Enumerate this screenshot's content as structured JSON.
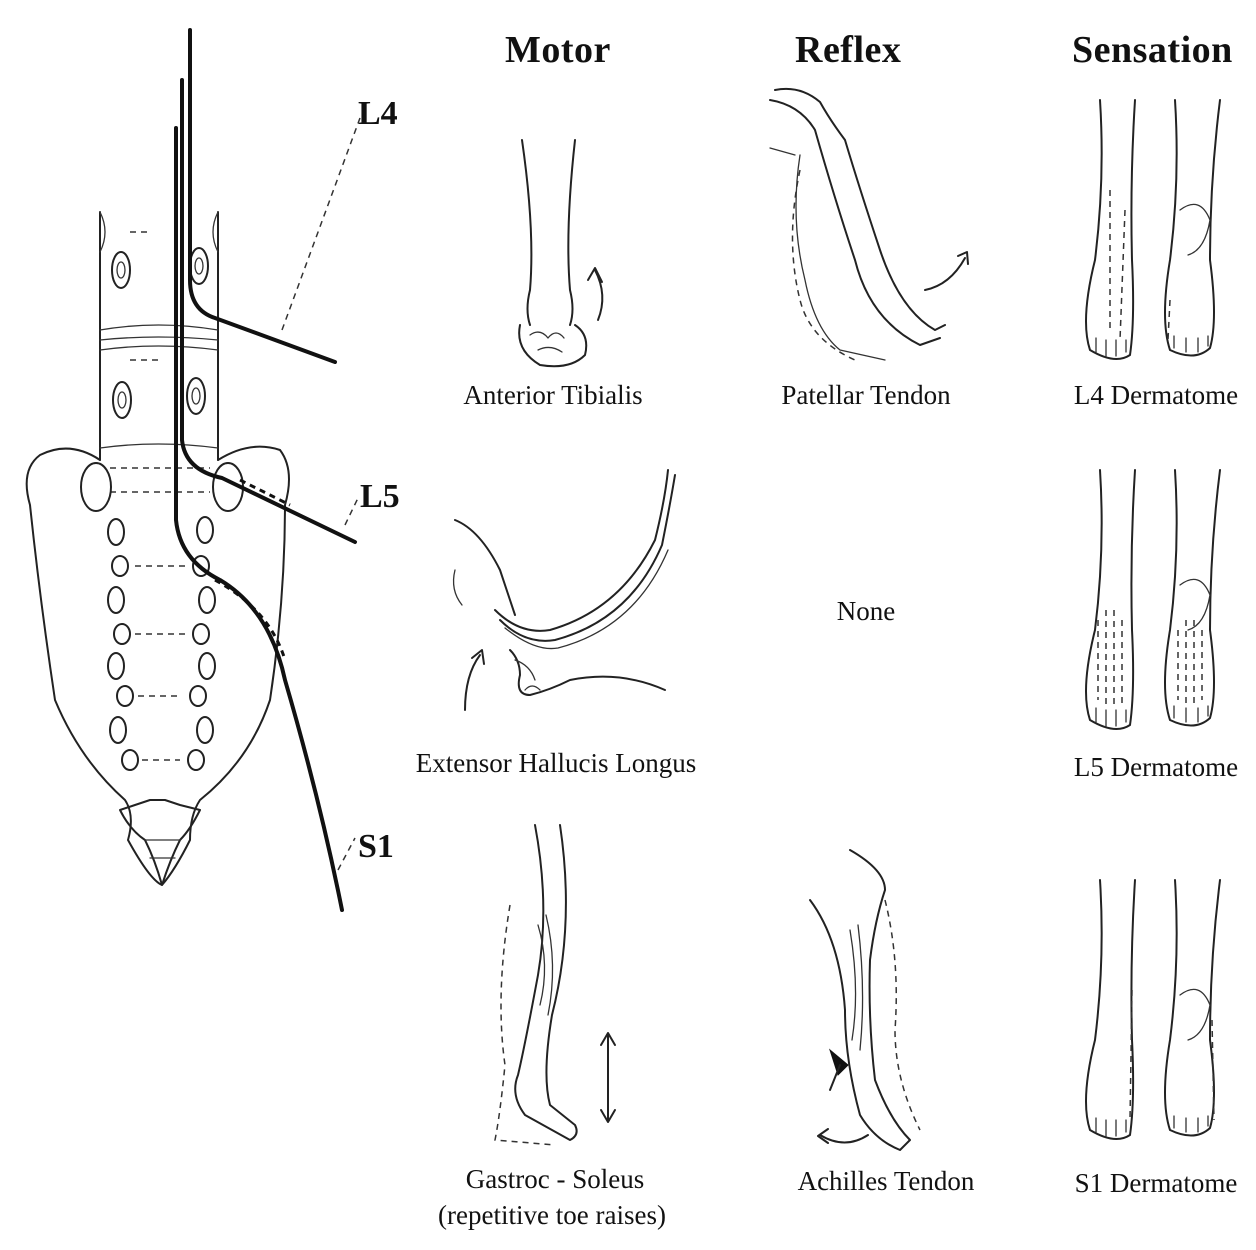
{
  "headers": {
    "motor": "Motor",
    "reflex": "Reflex",
    "sensation": "Sensation"
  },
  "roots": {
    "l4": "L4",
    "l5": "L5",
    "s1": "S1"
  },
  "rows": [
    {
      "motor": "Anterior Tibialis",
      "reflex": "Patellar Tendon",
      "sensation": "L4 Dermatome"
    },
    {
      "motor": "Extensor Hallucis Longus",
      "reflex": "None",
      "sensation": "L5 Dermatome"
    },
    {
      "motor": "Gastroc - Soleus",
      "motor_note": "(repetitive toe raises)",
      "reflex": "Achilles Tendon",
      "sensation": "S1 Dermatome"
    }
  ]
}
